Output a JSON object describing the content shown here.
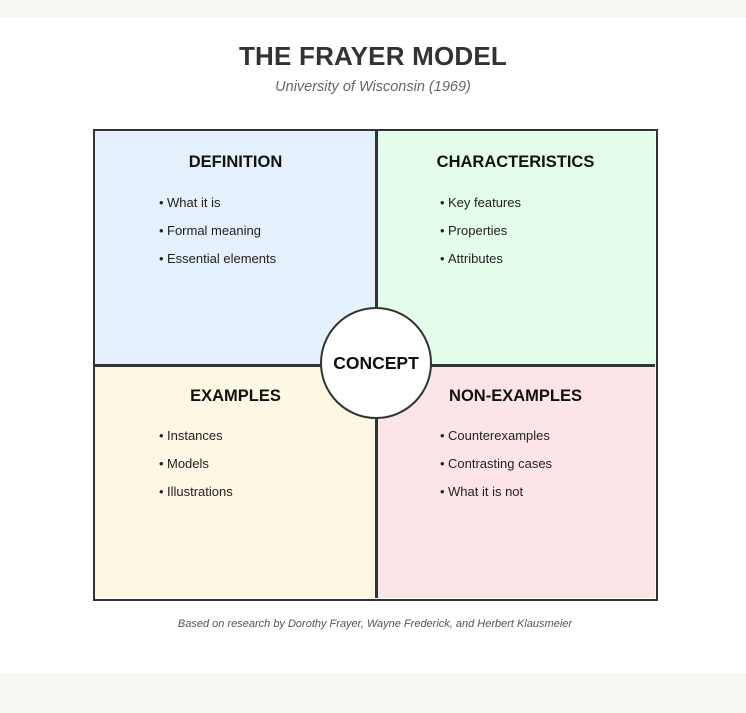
{
  "title": "THE FRAYER MODEL",
  "subtitle": "University of Wisconsin (1969)",
  "center_label": "CONCEPT",
  "quadrants": [
    {
      "title": "DEFINITION",
      "items": [
        "What it is",
        "Formal meaning",
        "Essential elements"
      ],
      "color": "#e4f0fc"
    },
    {
      "title": "CHARACTERISTICS",
      "items": [
        "Key features",
        "Properties",
        "Attributes"
      ],
      "color": "#e4fcea"
    },
    {
      "title": "EXAMPLES",
      "items": [
        "Instances",
        "Models",
        "Illustrations"
      ],
      "color": "#fcf8e4"
    },
    {
      "title": "NON-EXAMPLES",
      "items": [
        "Counterexamples",
        "Contrasting cases",
        "What it is not"
      ],
      "color": "#fde4e6"
    }
  ],
  "bullet": "•",
  "footnote": "Based on research by Dorothy Frayer, Wayne Frederick, and Herbert Klausmeier",
  "colors": {
    "border": "#333333",
    "background": "#ffffff",
    "page": "#f7f6f3"
  }
}
